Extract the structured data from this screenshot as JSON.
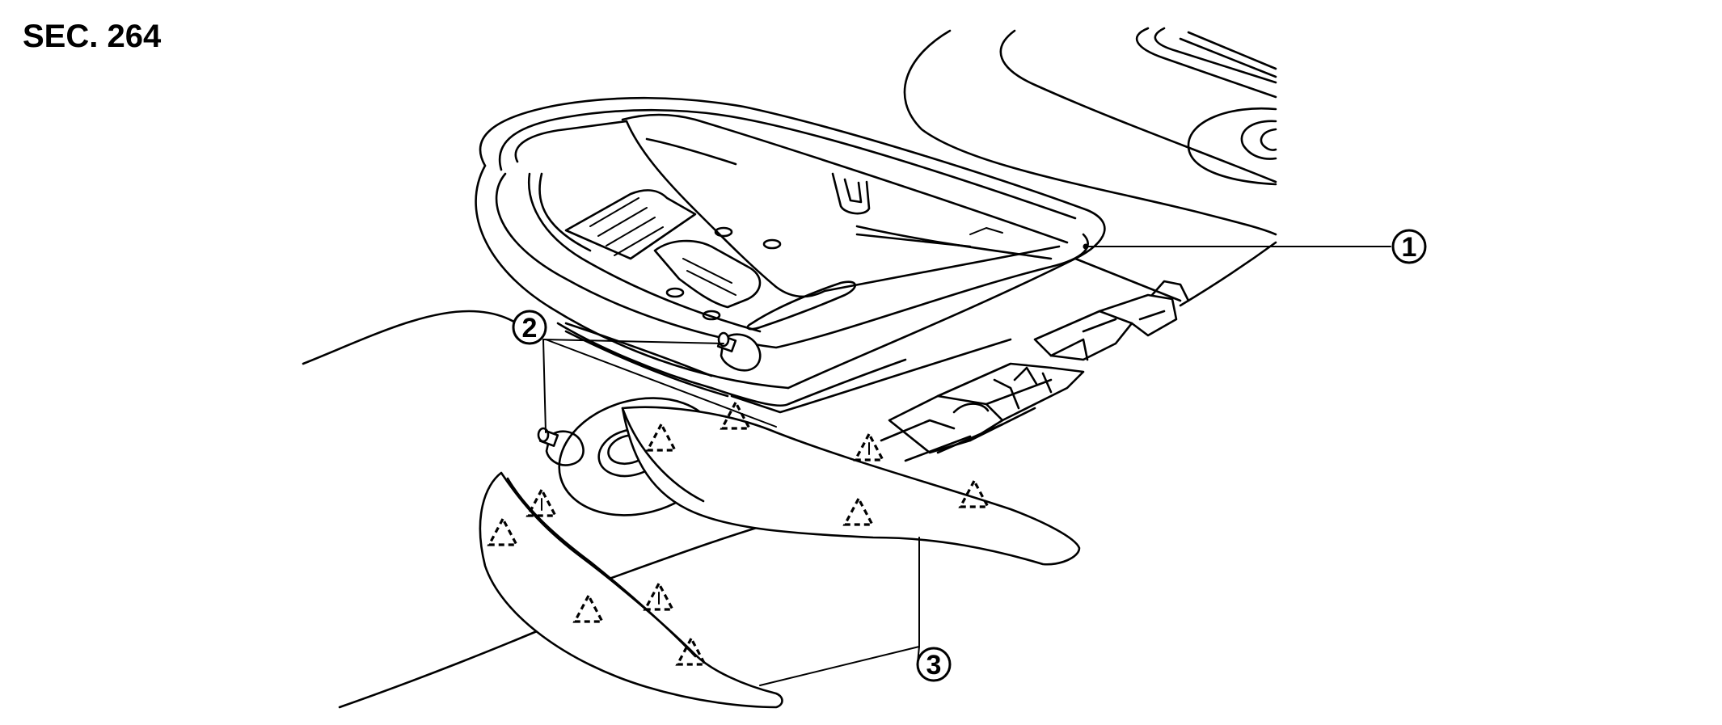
{
  "section_label": "SEC. 264",
  "callouts": [
    {
      "id": "callout-1",
      "label": "1"
    },
    {
      "id": "callout-2",
      "label": "2"
    },
    {
      "id": "callout-3",
      "label": "3"
    }
  ],
  "clip_symbol": "triangle-dashed-icon"
}
